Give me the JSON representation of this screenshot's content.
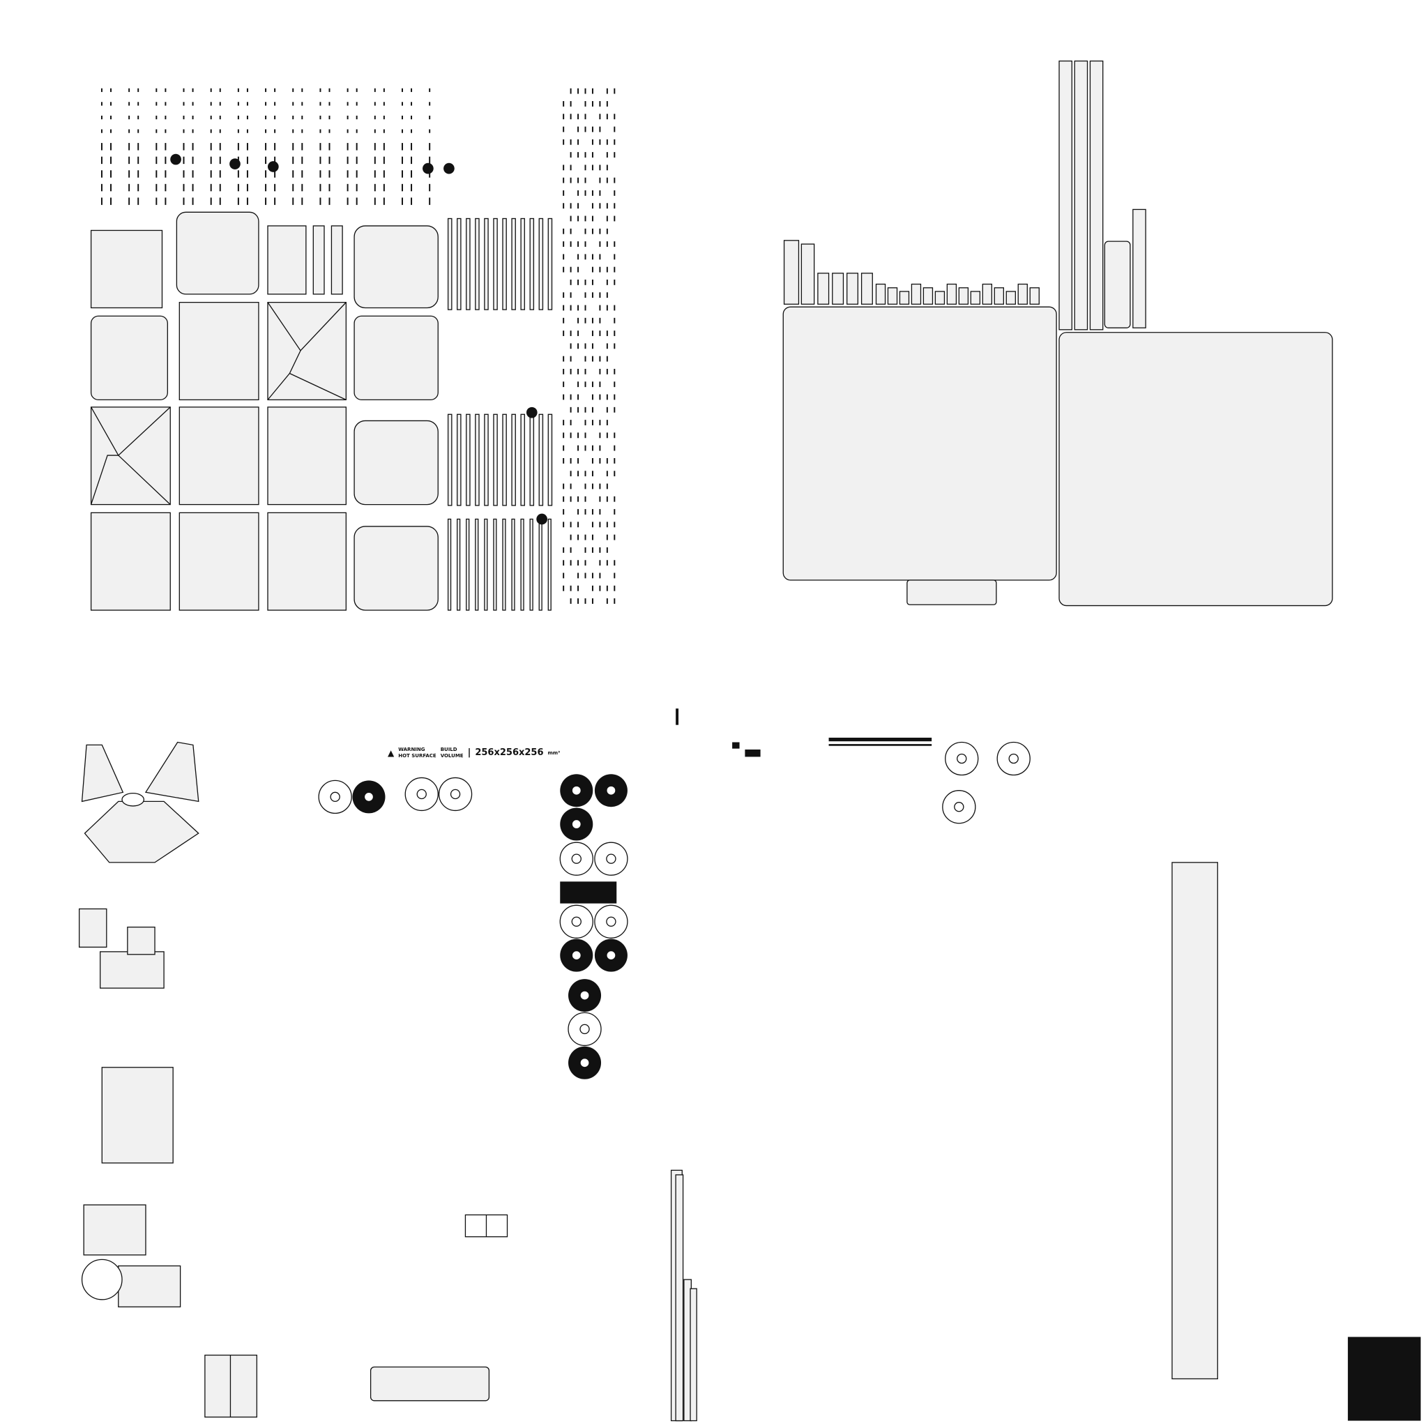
{
  "decal": {
    "warning_line1": "WARNING",
    "warning_line2": "HOT SURFACE",
    "build_line1": "BUILD",
    "build_line2": "VOLUME",
    "separator": "|",
    "dimensions": "256x256x256",
    "unit": "mm³"
  },
  "colors": {
    "line": "#111111",
    "fill": "#f1f1f1",
    "background": "#ffffff"
  }
}
